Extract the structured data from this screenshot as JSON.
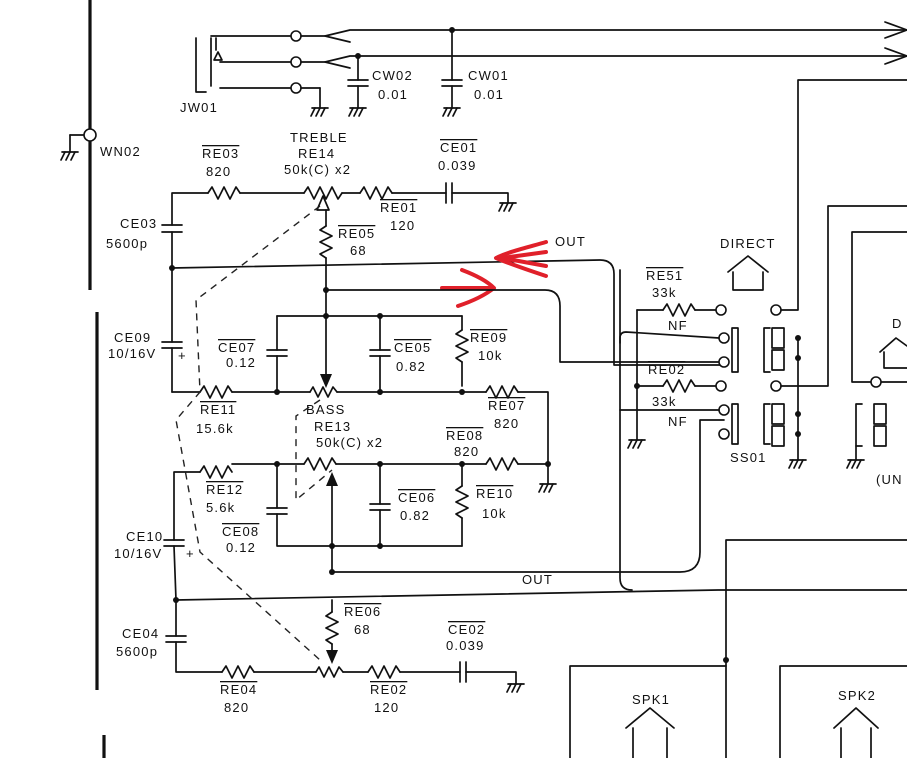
{
  "components": {
    "jw01": {
      "ref": "JW01"
    },
    "wn02": {
      "ref": "WN02"
    },
    "cw02": {
      "ref": "CW02",
      "value": "0.01"
    },
    "cw01": {
      "ref": "CW01",
      "value": "0.01"
    },
    "treble": {
      "name": "TREBLE",
      "ref": "RE14",
      "value": "50k(C) x2"
    },
    "re03": {
      "ref": "RE03",
      "value": "820"
    },
    "ce01": {
      "ref": "CE01",
      "value": "0.039"
    },
    "re01": {
      "ref": "RE01",
      "value": "120"
    },
    "ce03": {
      "ref": "CE03",
      "value": "5600p"
    },
    "re05": {
      "ref": "RE05",
      "value": "68"
    },
    "ce09": {
      "ref": "CE09",
      "value": "10/16V",
      "polarity": "+"
    },
    "ce07": {
      "ref": "CE07",
      "value": "0.12"
    },
    "ce05": {
      "ref": "CE05",
      "value": "0.82"
    },
    "re09": {
      "ref": "RE09",
      "value": "10k"
    },
    "re11": {
      "ref": "RE11",
      "value": "15.6k"
    },
    "bass": {
      "name": "BASS",
      "ref": "RE13",
      "value": "50k(C) x2"
    },
    "re07": {
      "ref": "RE07",
      "value": "820"
    },
    "re08": {
      "ref": "RE08",
      "value": "820"
    },
    "re12": {
      "ref": "RE12",
      "value": "5.6k"
    },
    "ce06": {
      "ref": "CE06",
      "value": "0.82"
    },
    "re10": {
      "ref": "RE10",
      "value": "10k"
    },
    "ce08": {
      "ref": "CE08",
      "value": "0.12"
    },
    "ce10": {
      "ref": "CE10",
      "value": "10/16V",
      "polarity": "+"
    },
    "ce04": {
      "ref": "CE04",
      "value": "5600p"
    },
    "re06": {
      "ref": "RE06",
      "value": "68"
    },
    "ce02": {
      "ref": "CE02",
      "value": "0.039"
    },
    "re04": {
      "ref": "RE04",
      "value": "820"
    },
    "re02_bottom": {
      "ref": "RE02",
      "value": "120"
    },
    "re51": {
      "ref": "RE51",
      "value": "33k",
      "note": "NF"
    },
    "re02_right": {
      "ref": "RE02",
      "value": "33k",
      "note": "NF"
    },
    "ss01": {
      "ref": "SS01"
    }
  },
  "labels": {
    "out_top": "OUT",
    "out_bottom": "OUT",
    "direct": "DIRECT",
    "spk1": "SPK1",
    "spk2": "SPK2",
    "cut_d": "D",
    "cut_un": "(UN"
  },
  "annotation_color": "#e0202a"
}
